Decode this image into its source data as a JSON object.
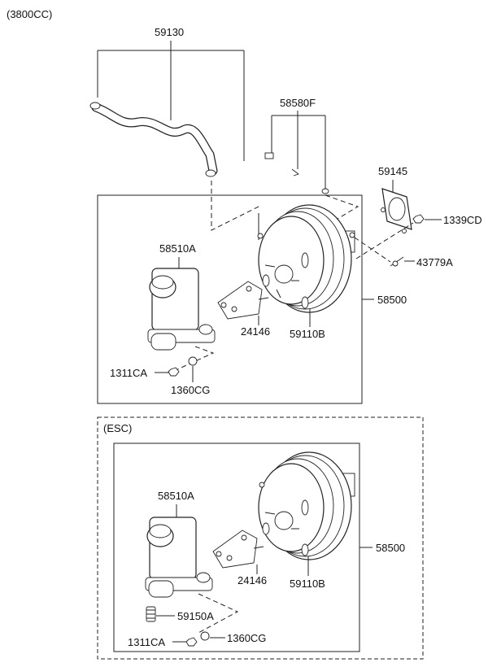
{
  "engine_variant": "(3800CC)",
  "esc_variant": "(ESC)",
  "upper": {
    "hose": "59130",
    "clip": "58580F",
    "gasket": "59145",
    "nut_right": "1339CD",
    "pin": "43779A",
    "booster": "58500",
    "master_cylinder": "58510A",
    "bracket": "24146",
    "booster_body": "59110B",
    "nut": "1311CA",
    "washer": "1360CG"
  },
  "lower": {
    "master_cylinder": "58510A",
    "booster": "58500",
    "bracket": "24146",
    "booster_body": "59110B",
    "sensor": "59150A",
    "nut": "1311CA",
    "washer": "1360CG"
  }
}
